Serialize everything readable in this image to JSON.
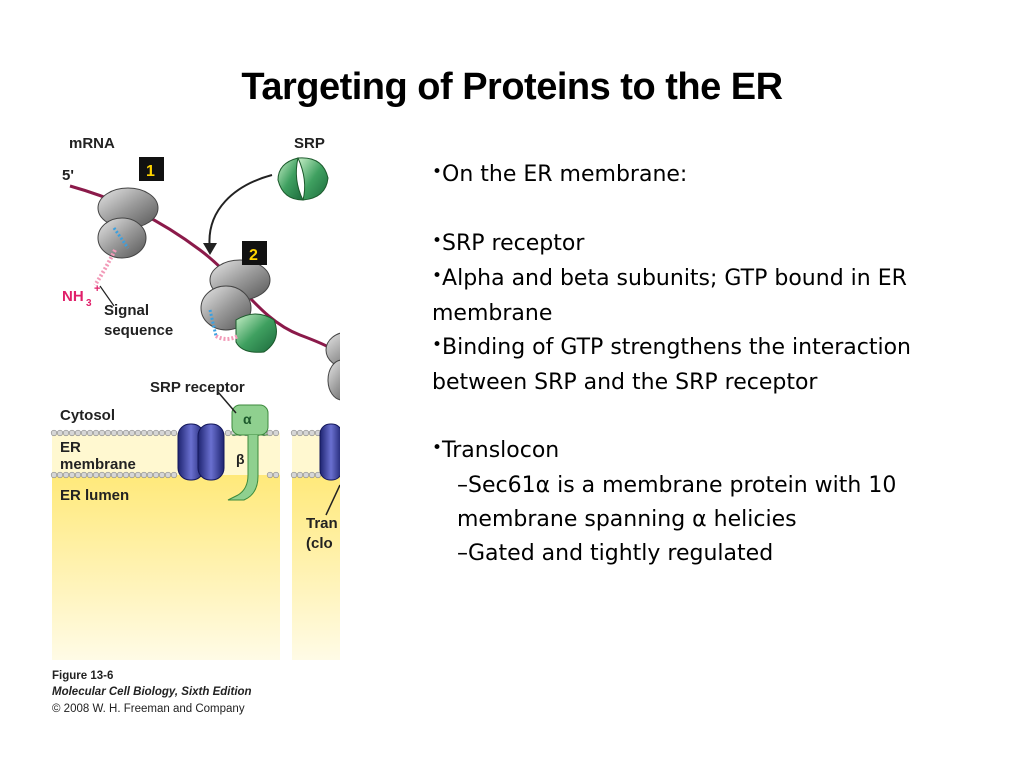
{
  "slide": {
    "title": "Targeting of Proteins to the ER"
  },
  "figure": {
    "labels": {
      "mrna": "mRNA",
      "five_prime": "5'",
      "step1": "1",
      "srp": "SRP",
      "step2": "2",
      "nh3": "NH",
      "nh3_sub": "3",
      "nh3_sup": "+",
      "signal": "Signal",
      "sequence": "sequence",
      "srp_receptor": "SRP receptor",
      "alpha": "α",
      "beta": "β",
      "cytosol": "Cytosol",
      "er": "ER",
      "membrane": "membrane",
      "er_lumen": "ER lumen",
      "tran": "Tran",
      "clo": "(clo"
    },
    "caption": {
      "line1": "Figure 13-6",
      "line2": "Molecular Cell Biology, Sixth Edition",
      "line3": "© 2008 W. H. Freeman and Company"
    },
    "colors": {
      "mrna": "#8b1a4a",
      "ribosome": "#8a8a8a",
      "srp": "#2e8b57",
      "receptor": "#8fd08f",
      "translocon": "#3a3f9e",
      "lumen": "#fff2a8",
      "step_box": "#111111",
      "nh3": "#e0206a"
    }
  },
  "bullets": {
    "b1": "On the ER membrane:",
    "b2": "SRP receptor",
    "b3_line1": "Alpha and beta subunits; GTP bound in ER",
    "b3_line2": "membrane",
    "b4_line1": "Binding of GTP strengthens the interaction",
    "b4_line2": "between SRP and the SRP receptor",
    "b5": "Translocon",
    "s1_line1": "Sec61α is a membrane protein with 10",
    "s1_line2": "membrane spanning α helicies",
    "s2": "Gated and tightly regulated",
    "bullet_glyph": "•",
    "dash_glyph": "–"
  }
}
